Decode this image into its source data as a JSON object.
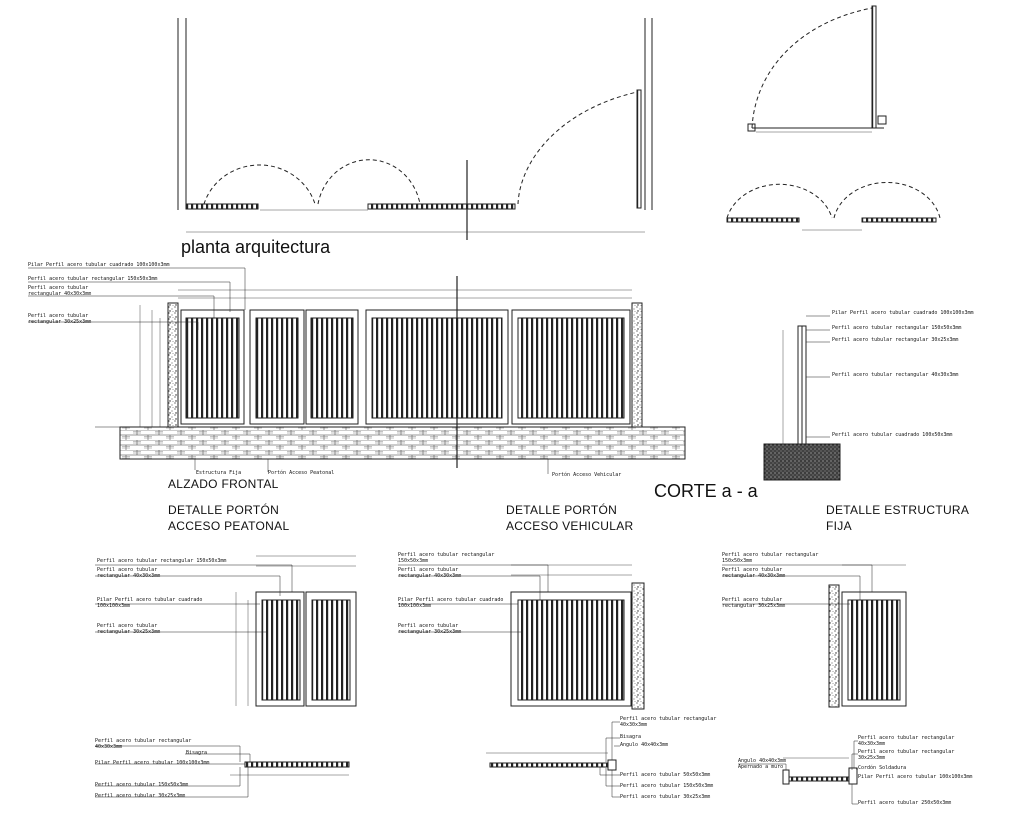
{
  "titles": {
    "planta": "planta arquitectura",
    "alzado": "ALZADO FRONTAL",
    "corte": "CORTE a - a",
    "peatonal_1": "DETALLE PORTÓN",
    "peatonal_2": "ACCESO PEATONAL",
    "vehicular_1": "DETALLE PORTÓN",
    "vehicular_2": "ACCESO VEHICULAR",
    "fija_1": "DETALLE ESTRUCTURA",
    "fija_2": "FIJA"
  },
  "alzado_labels": {
    "l1": "Pilar Perfil acero tubular cuadrado 100x100x3mm",
    "l2": "Perfil acero tubular rectangular 150x50x3mm",
    "l3a": "Perfil acero tubular",
    "l3b": "rectangular 40x30x3mm",
    "l4a": "Perfil acero tubular",
    "l4b": "rectangular 30x25x3mm",
    "b1": "Estructura Fija",
    "b2": "Portón Acceso Peatonal",
    "b3": "Portón Acceso Vehicular"
  },
  "corte_labels": {
    "c1": "Pilar Perfil acero tubular cuadrado 100x100x3mm",
    "c2": "Perfil acero tubular rectangular 150x50x3mm",
    "c3": "Perfil acero tubular rectangular 30x25x3mm",
    "c4": "Perfil acero tubular rectangular 40x30x3mm",
    "c5": "Perfil acero tubular cuadrado 100x50x3mm"
  },
  "peatonal_labels": {
    "p1": "Perfil acero tubular rectangular 150x50x3mm",
    "p2a": "Perfil acero tubular",
    "p2b": "rectangular 40x30x3mm",
    "p3a": "Pilar Perfil acero tubular cuadrado",
    "p3b": "100x100x3mm",
    "p4a": "Perfil acero tubular",
    "p4b": "rectangular 30x25x3mm",
    "q1a": "Perfil acero tubular rectangular",
    "q1b": "40x30x3mm",
    "q2": "Bisagra",
    "q3": "Pilar Perfil acero tubular 100x100x3mm",
    "q4": "Perfil acero tubular 150x50x3mm",
    "q5": "Perfil acero tubular 30x25x3mm"
  },
  "vehicular_labels": {
    "v1a": "Perfil acero tubular rectangular",
    "v1b": "150x50x3mm",
    "v2a": "Perfil acero tubular",
    "v2b": "rectangular 40x30x3mm",
    "v3a": "Pilar Perfil acero tubular cuadrado",
    "v3b": "100x100x3mm",
    "v4a": "Perfil acero tubular",
    "v4b": "rectangular 30x25x3mm",
    "w1a": "Perfil acero tubular rectangular",
    "w1b": "40x30x3mm",
    "w2": "Bisagra",
    "w3": "Angulo 40x40x3mm",
    "w4": "Perfil acero tubular 50x50x3mm",
    "w5": "Perfil acero tubular 150x50x3mm",
    "w6": "Perfil acero tubular 30x25x3mm"
  },
  "fija_labels": {
    "f1a": "Perfil acero tubular rectangular",
    "f1b": "150x50x3mm",
    "f2a": "Perfil acero tubular",
    "f2b": "rectangular 40x30x3mm",
    "f3a": "Perfil acero tubular",
    "f3b": "rectangular 30x25x3mm",
    "g1a": "Perfil acero tubular rectangular",
    "g1b": "40x30x3mm",
    "g2a": "Perfil acero tubular rectangular",
    "g2b": "30x25x3mm",
    "g3": "Cordón Soldadura",
    "g4a": "Angulo 40x40x3mm",
    "g4b": "Apernado a muro",
    "g5": "Pilar Perfil acero tubular 100x100x3mm",
    "g6": "Perfil acero tubular 250x50x3mm"
  }
}
